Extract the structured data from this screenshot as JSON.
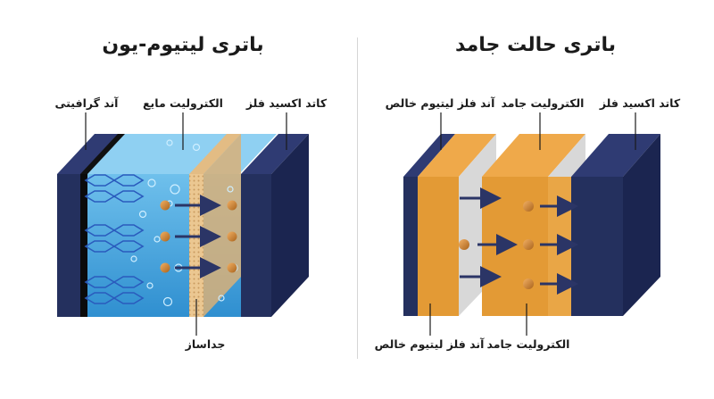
{
  "left_panel": {
    "title": "باتری لیتیوم-یون",
    "labels": {
      "anode": "آند گرافیتی",
      "electrolyte": "الکترولیت مایع",
      "cathode": "کاتد اکسید فلز",
      "separator": "جداساز"
    }
  },
  "right_panel": {
    "title": "باتری حالت جامد",
    "labels": {
      "anode_top": "آند فلز لیتیوم خالص",
      "electrolyte_top": "الکترولیت جامد",
      "cathode": "کاتد اکسید فلز",
      "anode_bottom": "آند فلز لیتیوم خالص",
      "electrolyte_bottom": "الکترولیت جامد"
    }
  },
  "colors": {
    "navy": "#24305e",
    "navy_side": "#1b2550",
    "electrolyte_blue": "#3f9fd8",
    "separator_tan": "#e8c08a",
    "solid_orange": "#e39a35",
    "ion_orange": "#d2832a",
    "arrow_navy": "#2b3566"
  }
}
